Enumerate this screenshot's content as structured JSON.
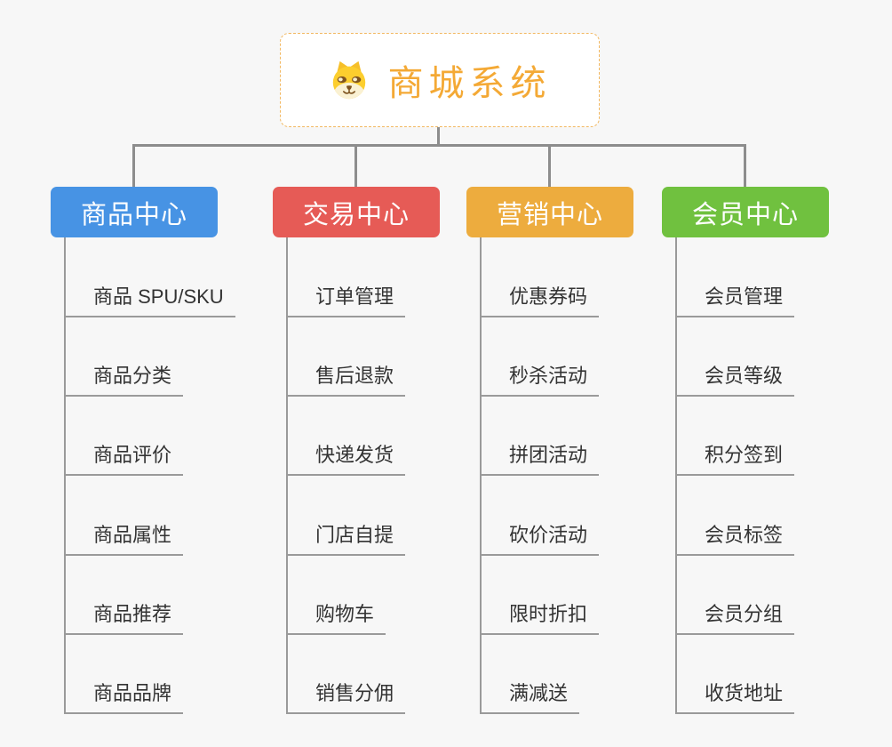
{
  "root": {
    "title": "商城系统",
    "icon": "doge-face-icon",
    "accent_color": "#F4A935",
    "border_color": "#F2B861"
  },
  "branches": [
    {
      "id": "product-center",
      "label": "商品中心",
      "color": "#4793E4",
      "items": [
        "商品 SPU/SKU",
        "商品分类",
        "商品评价",
        "商品属性",
        "商品推荐",
        "商品品牌"
      ]
    },
    {
      "id": "trade-center",
      "label": "交易中心",
      "color": "#E65B56",
      "items": [
        "订单管理",
        "售后退款",
        "快递发货",
        "门店自提",
        "购物车",
        "销售分佣"
      ]
    },
    {
      "id": "marketing-center",
      "label": "营销中心",
      "color": "#EDAC3E",
      "items": [
        "优惠券码",
        "秒杀活动",
        "拼团活动",
        "砍价活动",
        "限时折扣",
        "满减送"
      ]
    },
    {
      "id": "member-center",
      "label": "会员中心",
      "color": "#70C13F",
      "items": [
        "会员管理",
        "会员等级",
        "积分签到",
        "会员标签",
        "会员分组",
        "收货地址"
      ]
    }
  ],
  "colors": {
    "background": "#F7F7F7",
    "connector": "#8D8D8D",
    "leaf_line": "#9A9A9A",
    "leaf_text": "#333333"
  }
}
